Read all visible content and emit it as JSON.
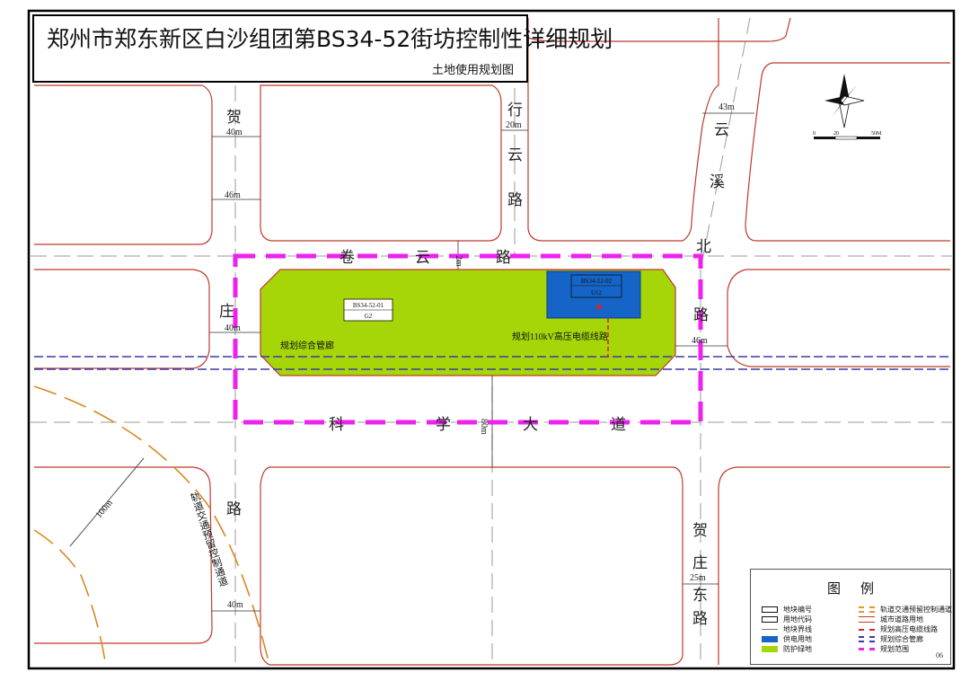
{
  "title": {
    "main": "郑州市郑东新区白沙组团第BS34-52街坊控制性详细规划",
    "sub": "土地使用规划图"
  },
  "roads": {
    "juanyun": [
      "卷",
      "云",
      "路"
    ],
    "juanyun_width": "2m",
    "hangyun": [
      "行",
      "云",
      "路"
    ],
    "hangyun_width": "20m",
    "yunxibei": [
      "云",
      "溪",
      "北",
      "路"
    ],
    "yunxibei_width_top": "43m",
    "yunxibei_width": "46m",
    "kexue": [
      "科",
      "学",
      "大",
      "道"
    ],
    "kexue_width": "80m",
    "hezhuang_left": [
      "贺",
      "庄",
      "路"
    ],
    "hezhuang_widths": [
      "40m",
      "46m",
      "40m",
      "40m"
    ],
    "hezhuang_dong": [
      "贺",
      "庄",
      "东",
      "路"
    ],
    "hezhuang_dong_width": "25m"
  },
  "parcels": [
    {
      "id": "BS34-52-01",
      "code": "G2",
      "color": "#a6d608"
    },
    {
      "id": "BS34-52-02",
      "code": "U12",
      "color": "#1565c8"
    }
  ],
  "annotations": {
    "pipe_corridor": "规划综合管廊",
    "cable_line": "规划110kV高压电缆线路",
    "rail_corridor": "轨道交通预留控制通道",
    "rail_distance": "100m"
  },
  "scale": {
    "ticks": [
      "0",
      "20",
      "50M"
    ]
  },
  "legend": {
    "title": "图例",
    "items_left": [
      {
        "symbol": "parcel-id-box",
        "label": "地块编号"
      },
      {
        "symbol": "land-code-box",
        "label": "用地代码"
      },
      {
        "symbol": "parcel-boundary",
        "label": "地块界线"
      },
      {
        "symbol": "power-land",
        "label": "供电用地",
        "color": "#1565c8"
      },
      {
        "symbol": "green-land",
        "label": "防护绿地",
        "color": "#a6d608"
      }
    ],
    "items_right": [
      {
        "symbol": "rail-corridor",
        "label": "轨道交通预留控制通道",
        "color": "#e8962a"
      },
      {
        "symbol": "road-land",
        "label": "城市道路用地",
        "color": "#c0392b"
      },
      {
        "symbol": "hv-cable",
        "label": "规划高压电缆线路",
        "color": "#e0202a"
      },
      {
        "symbol": "utility-tunnel",
        "label": "规划综合管廊",
        "color": "#3a3aa8"
      },
      {
        "symbol": "plan-boundary",
        "label": "规划范围",
        "color": "#ee22ee"
      }
    ],
    "sheet_number": "06"
  }
}
